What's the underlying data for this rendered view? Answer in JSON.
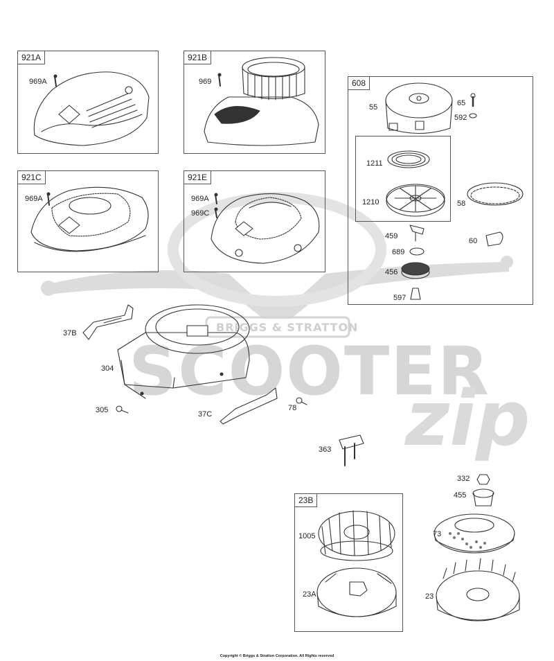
{
  "watermark": {
    "brand": "BRIGGS & STRATTON",
    "name": "SCOOTER",
    "suffix": "zip"
  },
  "groups": [
    {
      "key": "g921A",
      "label": "921A"
    },
    {
      "key": "g921B",
      "label": "921B"
    },
    {
      "key": "g921C",
      "label": "921C"
    },
    {
      "key": "g921E",
      "label": "921E"
    },
    {
      "key": "g608",
      "label": "608"
    },
    {
      "key": "g23B",
      "label": "23B"
    }
  ],
  "parts": {
    "p969A_1": "969A",
    "p969": "969",
    "p969A_2": "969A",
    "p969A_3": "969A",
    "p969C": "969C",
    "p55": "55",
    "p65": "65",
    "p592": "592",
    "p1211": "1211",
    "p1210": "1210",
    "p58": "58",
    "p459": "459",
    "p60": "60",
    "p689": "689",
    "p456": "456",
    "p597": "597",
    "p37B": "37B",
    "p304": "304",
    "p305": "305",
    "p37C": "37C",
    "p78": "78",
    "p363": "363",
    "p332": "332",
    "p455": "455",
    "p1005": "1005",
    "p73": "73",
    "p23A": "23A",
    "p23": "23"
  },
  "footer": {
    "copyright": "Copyright © Briggs & Stratton Corporation. All Rights reserved"
  },
  "colors": {
    "line": "#333333",
    "watermark": "#d9d9d9"
  }
}
